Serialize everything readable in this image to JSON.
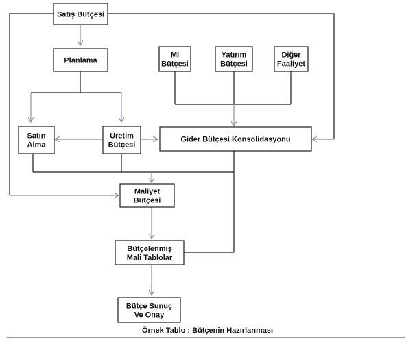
{
  "diagram": {
    "nodes": [
      {
        "id": "satis_butcesi",
        "lines": [
          "Satış Bütçesi"
        ]
      },
      {
        "id": "planlama",
        "lines": [
          "Planlama"
        ]
      },
      {
        "id": "mi_butcesi",
        "lines": [
          "Mİ",
          "Bütçesi"
        ]
      },
      {
        "id": "yatirim_butcesi",
        "lines": [
          "Yatırım",
          "Bütçesi"
        ]
      },
      {
        "id": "diger_faaliyet",
        "lines": [
          "Diğer",
          "Faaliyet"
        ]
      },
      {
        "id": "satin_alma",
        "lines": [
          "Satın",
          "Alma"
        ]
      },
      {
        "id": "uretim_butcesi",
        "lines": [
          "Üretim",
          "Bütçesi"
        ]
      },
      {
        "id": "gider_butcesi",
        "lines": [
          "Gider Bütçesi Konsolidasyonu"
        ]
      },
      {
        "id": "maliyet_butcesi",
        "lines": [
          "Maliyet",
          "Bütçesi"
        ]
      },
      {
        "id": "butcelenmis_mali_tablolar",
        "lines": [
          "Bütçelenmiş",
          "Mali Tablolar"
        ]
      },
      {
        "id": "butce_sunuc_ve_onay",
        "lines": [
          "Bütçe Sunuç",
          "Ve Onay"
        ]
      }
    ],
    "colors": {
      "box_stroke": "#1a1a1a",
      "connector": "#1a1a1a",
      "arrow": "#8a8f96"
    }
  },
  "caption": "Örnek Tablo : Bütçenin Hazırlanması"
}
